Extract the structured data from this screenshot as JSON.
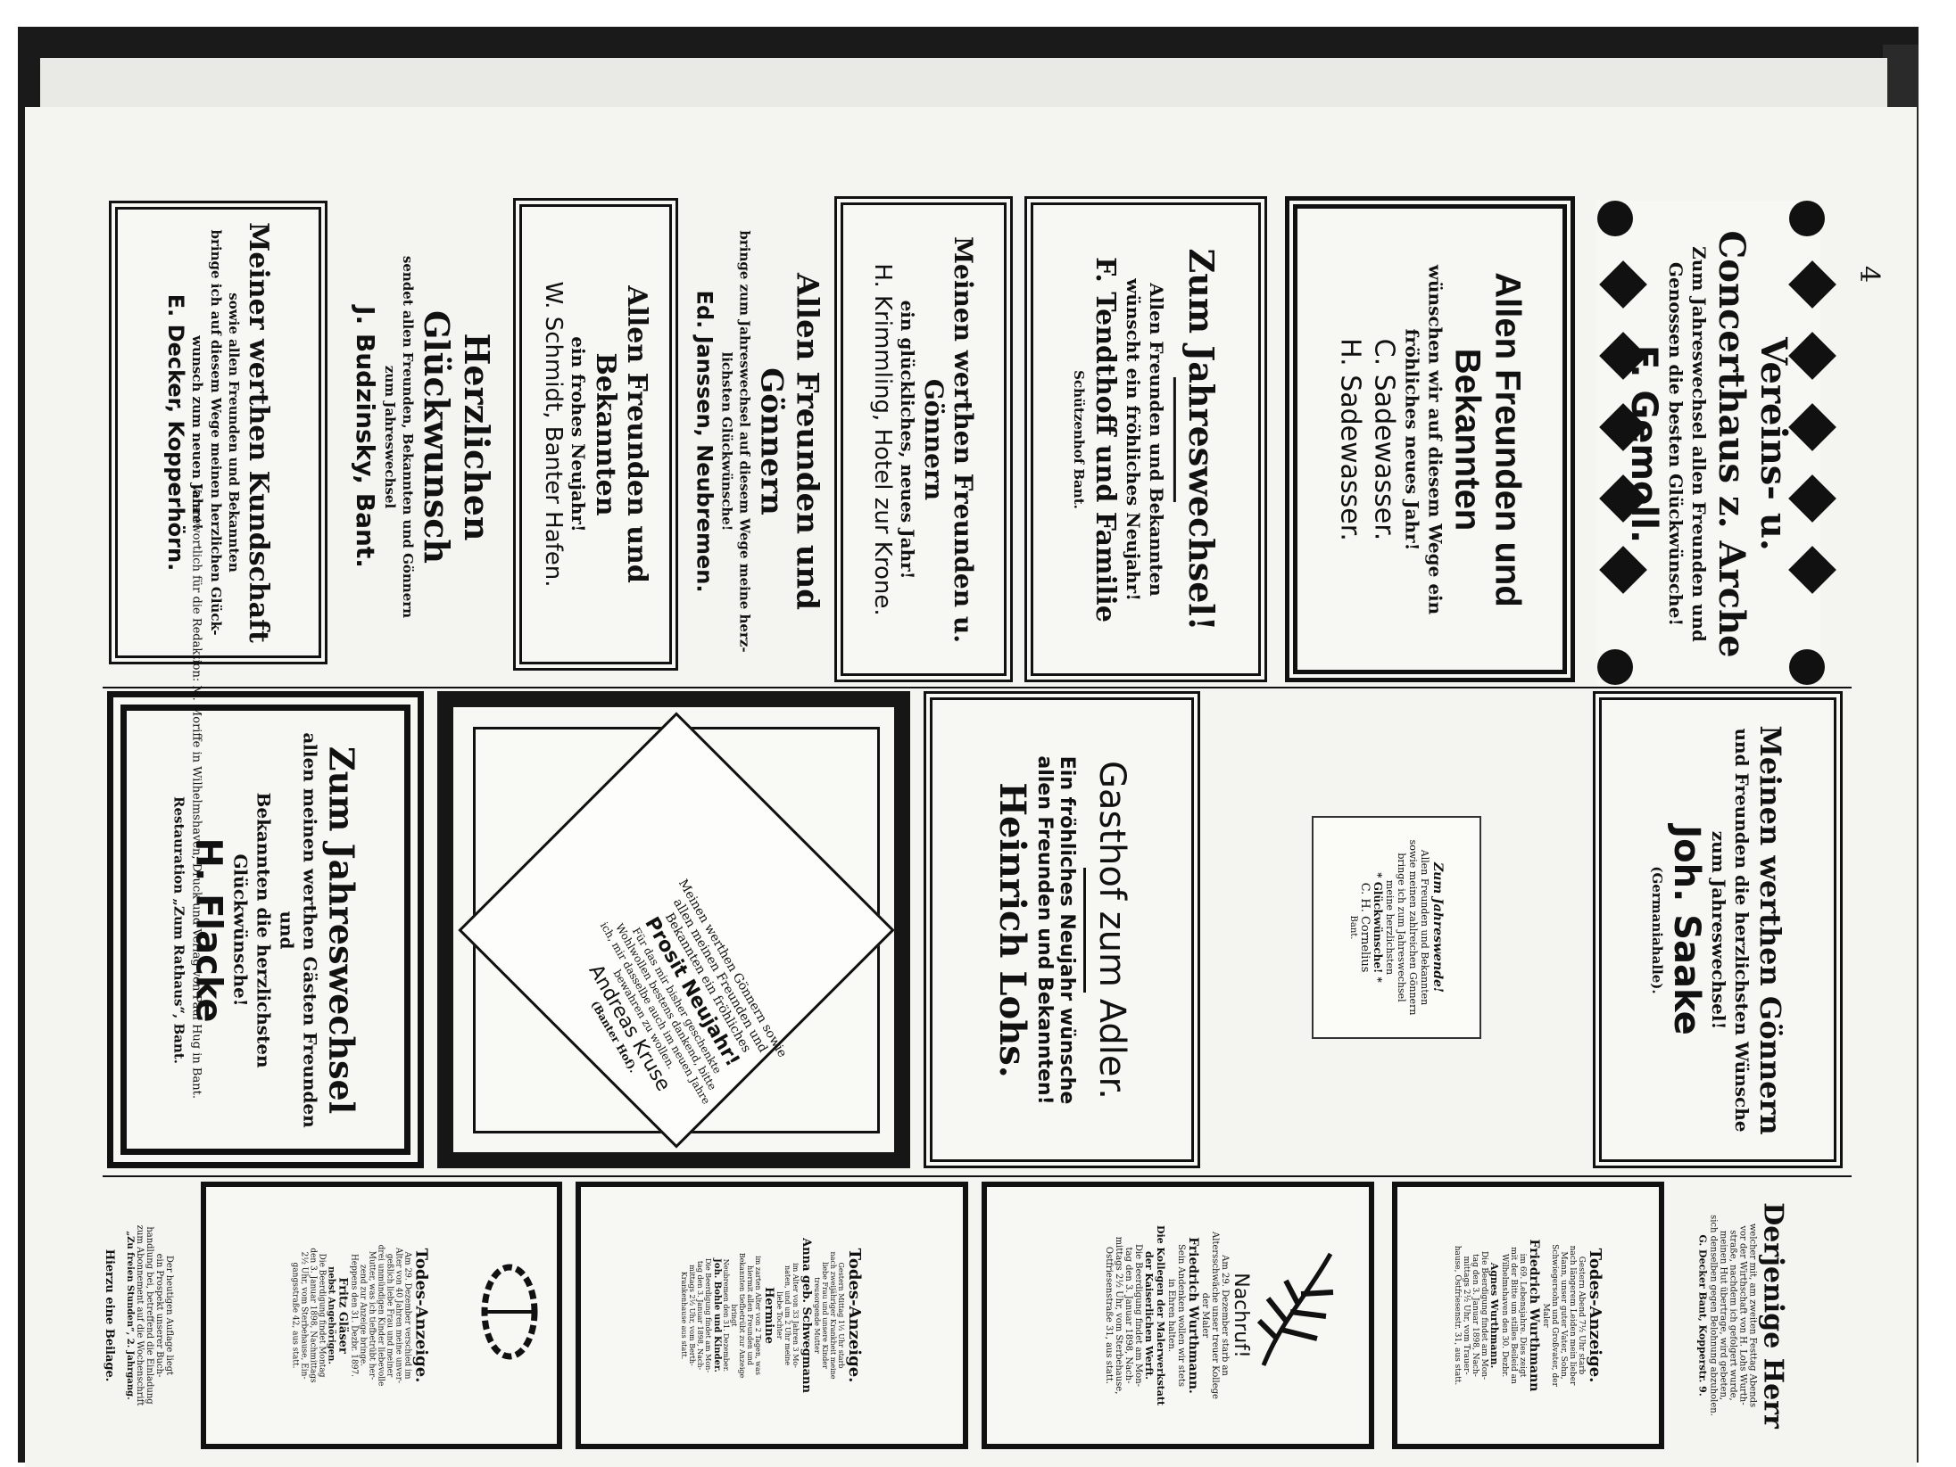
{
  "page_number": "4",
  "ads_top": [
    {
      "id": "arche",
      "lines": [
        "Vereins- u. Concerthaus z. Arche",
        "Zum Jahreswechsel allen Freunden und",
        "Genossen die besten Glückwünsche!",
        "F. Gemoll."
      ]
    },
    {
      "id": "sadewasser",
      "lines": [
        "Allen Freunden und Bekannten",
        "wünschen wir auf diesem Wege ein",
        "fröhliches neues Jahr!",
        "C. Sadewasser.",
        "H. Sadewasser."
      ]
    },
    {
      "id": "tendthoff",
      "lines": [
        "Zum Jahreswechsel!",
        "Allen Freunden und Bekannten",
        "wünscht ein fröhliches Neujahr!",
        "F. Tendthoff und Familie",
        "Schützenhof Bant."
      ]
    },
    {
      "id": "krimmling",
      "lines": [
        "Meinen werthen Freunden u. Gönnern",
        "ein glückliches, neues Jahr!",
        "H. Krimmling, Hotel zur Krone."
      ]
    },
    {
      "id": "janssen",
      "lines": [
        "Allen Freunden und Gönnern",
        "bringe zum Jahreswechsel auf diesem Wege meine herz-",
        "lichsten Glückwünsche!",
        "Ed. Janssen, Neubremen."
      ]
    },
    {
      "id": "schmidt",
      "lines": [
        "Allen Freunden und Bekannten",
        "ein frohes Neujahr!",
        "W. Schmidt, Banter Hafen."
      ]
    },
    {
      "id": "budzinsky",
      "lines": [
        "Herzlichen Glückwunsch",
        "sendet allen Freunden, Bekannten und Gönnern",
        "zum Jahreswechsel",
        "J. Budzinsky, Bant."
      ]
    },
    {
      "id": "decker",
      "lines": [
        "Meiner werthen Kundschaft",
        "sowie allen Freunden und Bekannten",
        "bringe ich auf diesem Wege meinen herzlichen Glück-",
        "wunsch zum neuen Jahre!",
        "E. Decker, Kopperhörn."
      ]
    }
  ],
  "ads_middle": [
    {
      "id": "saake",
      "lines": [
        "Meinen werthen Gönnern",
        "und Freunden die herzlichsten Wünsche",
        "zum Jahreswechsel!",
        "Joh. Saake",
        "(Germaniahalle)."
      ]
    },
    {
      "id": "cornelius",
      "lines": [
        "Zum Jahreswende!",
        "Allen Freunden und Bekannten",
        "sowie meinen zahlreichen Gönnern",
        "bringe ich zum Jahreswechsel",
        "meine herzlichsten",
        "* Glückwünsche! *",
        "C. H. Cornelius",
        "Bant."
      ]
    },
    {
      "id": "lohs",
      "lines": [
        "Gasthof zum Adler.",
        "Ein fröhliches Neujahr wünsche",
        "allen Freunden und Bekannten!",
        "Heinrich Lohs."
      ]
    },
    {
      "id": "kruse",
      "lines": [
        "Meinen werthen Gönnern sowie",
        "allen meinen Freunden und",
        "Bekannten ein fröhliches",
        "Prosit Neujahr!",
        "Für das mir bisher geschenkte",
        "Wohlwollen bestens dankend, bitte",
        "ich, mir dasselbe auch im neuen Jahre",
        "bewahren zu wollen.",
        "Andreas Kruse",
        "(Banter Hof)."
      ]
    },
    {
      "id": "flacke",
      "lines": [
        "Zum Jahreswechsel",
        "allen meinen werthen Gästen Freunden und",
        "Bekannten die herzlichsten Glückwünsche!",
        "H. Flacke",
        "Restauration „Zum Rathaus“, Bant."
      ]
    }
  ],
  "imprint": "Verantwortlich für die Redaktion: M. Moriffe in Wilhelmshaven; Druck und Verlag von Paul Hug in Bant.",
  "ads_bottom": [
    {
      "id": "diejenige",
      "lines": [
        "Derjenige Herr",
        "welcher mit, am zweiten Festtag Abends",
        "vor der Wirthschaft von H. Lohs Wurth-",
        "straße, nachdem ich gefolgert wurde,",
        "meinen Hut übertrage, wird gebeten,",
        "sich denselben gegen Belohnung abzuholen.",
        "G. Decker Bant, Kopperstr. 9."
      ]
    },
    {
      "id": "tod-wurthmann",
      "lines": [
        "Todes-Anzeige.",
        "Gestern Abend 7½ Uhr starb",
        "nach längerem Leiden mein lieber",
        "Mann, unser guter Vater, Sohn,",
        "Schwiegersohn und Großvater, der",
        "Maler",
        "Friedrich Wurthmann",
        "im 69. Lebensjahre. Dies zeigt",
        "mit der Bitte um stilles Beileid an",
        "Wilhelmshaven den 30. Dezbr.",
        "Agnes Wurthmann.",
        "Die Beerdigung findet am Mon-",
        "tag den 3. Januar 1898, Nach-",
        "mittags 2½ Uhr, vom Trauer-",
        "hause, Ostfriesenstr. 31, aus statt."
      ]
    },
    {
      "id": "nachruf",
      "lines": [
        "Nachruf!",
        "Am 29. Dezember starb an",
        "Altersschwäche unser treuer Kollege",
        "der Maler",
        "Friedrich Wurthmann.",
        "Sein Andenken wollen wir stets",
        "in Ehren halten.",
        "Die Kollegen der Malerwerkstatt",
        "der Kaiserlichen Werft.",
        "Die Beerdigung findet am Mon-",
        "tag den 3. Januar 1898, Nach-",
        "mittags 2½ Uhr, vom Sterbehause,",
        "Ostfriesenstraße 31, aus statt."
      ]
    },
    {
      "id": "tod-schwegmann",
      "lines": [
        "Todes-Anzeige.",
        "Gestern Mittag 1½ Uhr starb",
        "nach zweijähriger Krankheit meine",
        "liebe Frau und unsere Kinder",
        "treusorgende Mutter",
        "Anna geb. Schwegmann",
        "im Alter von 33 Jahren 3 Mo-",
        "naten, und um 2 Uhr meine",
        "liebe Tochter",
        "Hermine",
        "im zarten Alter von 2 Tagen, was",
        "hiermit allen Freunden und",
        "Bekannten tiefbetrübt zur Anzeige",
        "bringt",
        "Neubremen den 31. Dezember.",
        "Joh. Bohle und Kinder.",
        "Die Beerdigung findet am Mon-",
        "tag den 3. Januar 1898, Nach-",
        "mittags 2½ Uhr, vom Berth-",
        "Krankenhause aus statt."
      ]
    },
    {
      "id": "tod-glaeser",
      "lines": [
        "Todes-Anzeige.",
        "Am 29. Dezember verschied im",
        "Alter von 40 Jahren meine unver-",
        "geßlich liebe Frau und meiner",
        "drei unmündigen Kinder liebevolle",
        "Mutter, was ich tiefbetrübt her-",
        "zend zur Anzeige bringe.",
        "Heppens den 31. Dezbr. 1897.",
        "Fritz Gläser",
        "nebst Angehörigen.",
        "Die Beerdigung findet Montag",
        "den 3. Januar 1898, Nachmittags",
        "2½ Uhr, vom Sterbehause, Ein-",
        "gangsstraße 42, aus statt."
      ]
    },
    {
      "id": "beilage",
      "lines": [
        "Der heutigen Auflage liegt",
        "ein Prospekt unserer Buch-",
        "handlung bei, betreffend die Einladung",
        "zum Abonnement auf die Wochenschrift",
        "„Zu freien Stunden“, 2. Jahrgang.",
        "Hierzu eine Beilage."
      ]
    }
  ]
}
